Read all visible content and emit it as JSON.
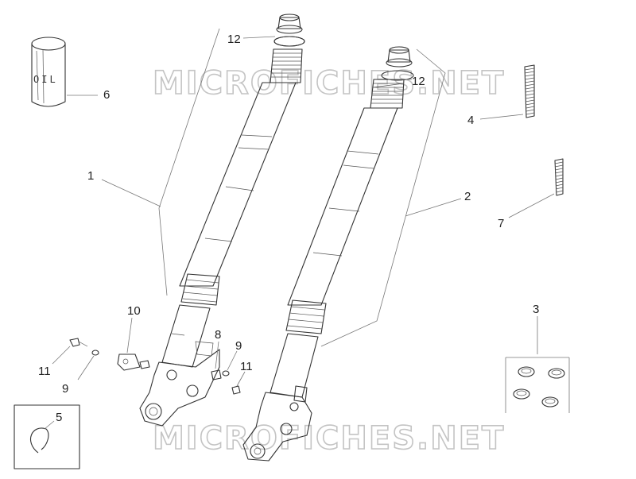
{
  "watermark": {
    "text": "MICROFICHES.NET"
  },
  "oil_can": {
    "label": "OIL"
  },
  "callouts": {
    "c1": "1",
    "c2": "2",
    "c3": "3",
    "c4": "4",
    "c5": "5",
    "c6": "6",
    "c7": "7",
    "c8": "8",
    "c9a": "9",
    "c9b": "9",
    "c10": "10",
    "c11a": "11",
    "c11b": "11",
    "c12a": "12",
    "c12b": "12"
  }
}
